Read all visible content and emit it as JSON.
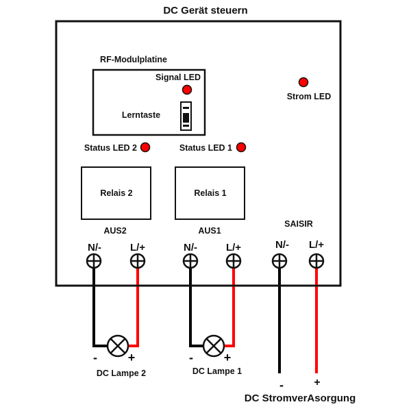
{
  "title": "DC Gerät steuern",
  "module": {
    "label": "RF-Modulplatine",
    "signal_led_label": "Signal LED",
    "learn_button_label": "Lerntaste"
  },
  "leds": {
    "status_led_2": "Status LED 2",
    "status_led_1": "Status LED 1",
    "power_led": "Strom LED"
  },
  "relays": [
    {
      "label": "Relais 2",
      "output": "AUS2"
    },
    {
      "label": "Relais 1",
      "output": "AUS1"
    }
  ],
  "input_label": "SAISIR",
  "terminals": {
    "neg": "N/-",
    "pos": "L/+"
  },
  "lamps": [
    {
      "label": "DC Lampe 2",
      "minus": "-",
      "plus": "+"
    },
    {
      "label": "DC Lampe 1",
      "minus": "-",
      "plus": "+"
    }
  ],
  "supply": {
    "label": "DC StromverAsorgung",
    "minus": "-",
    "plus": "+"
  },
  "colors": {
    "led": "#ff0000",
    "positive_wire": "#ff0000",
    "negative_wire": "#000000"
  }
}
